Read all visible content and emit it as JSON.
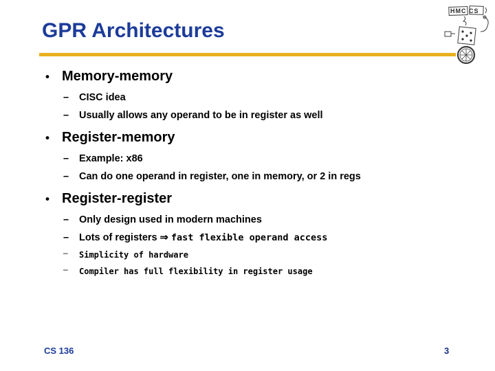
{
  "slide": {
    "title": "GPR Architectures",
    "footer_left": "CS 136",
    "page_number": "3"
  },
  "markers": {
    "dot": "•",
    "dash": "–"
  },
  "logo": {
    "name": "hmc-cs-unicycle-logo",
    "text": "HMC CS"
  },
  "colors": {
    "title_blue": "#1c3b9a",
    "accent_gold": "#eab11f",
    "body_text": "#000000",
    "footer_blue": "#1a2f86"
  },
  "bullets": [
    {
      "label": "Memory-memory",
      "subs": [
        {
          "text": "CISC idea"
        },
        {
          "text": "Usually allows any operand to be in register as well"
        }
      ]
    },
    {
      "label": "Register-memory",
      "subs": [
        {
          "text": "Example: x86"
        },
        {
          "text": "Can do one operand in register, one in memory, or 2 in regs"
        }
      ]
    },
    {
      "label": "Register-register",
      "subs": [
        {
          "text": "Only design used in modern machines"
        },
        {
          "text": "Lots of registers ⇒ ",
          "text2": "fast flexible operand access"
        },
        {
          "text": "Simplicity of hardware"
        },
        {
          "text": "Compiler has full flexibility in register usage"
        }
      ]
    }
  ]
}
